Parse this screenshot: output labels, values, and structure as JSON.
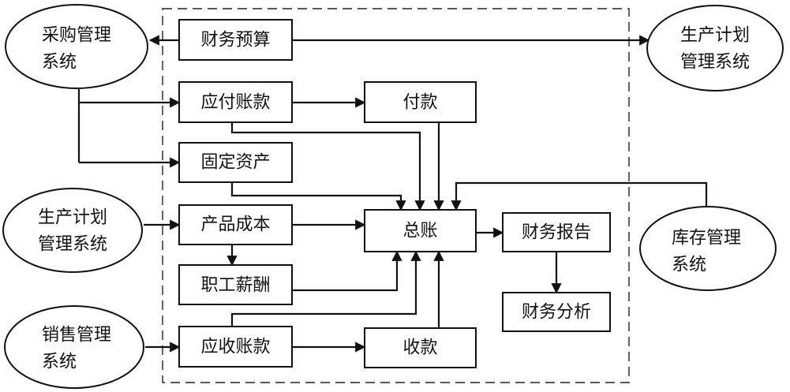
{
  "modules": {
    "budget": "财务预算",
    "payable": "应付账款",
    "payment": "付款",
    "fixed_assets": "固定资产",
    "product_cost": "产品成本",
    "ledger": "总账",
    "financial_report": "财务报告",
    "payroll": "职工薪酬",
    "financial_analysis": "财务分析",
    "receivable": "应收账款",
    "receipt": "收款"
  },
  "external_systems": {
    "procurement": [
      "采购管理",
      "系统"
    ],
    "production_plan_right": [
      "生产计划",
      "管理系统"
    ],
    "production_plan_left": [
      "生产计划",
      "管理系统"
    ],
    "inventory": [
      "库存管理",
      "系统"
    ],
    "sales": [
      "销售管理",
      "系统"
    ]
  }
}
